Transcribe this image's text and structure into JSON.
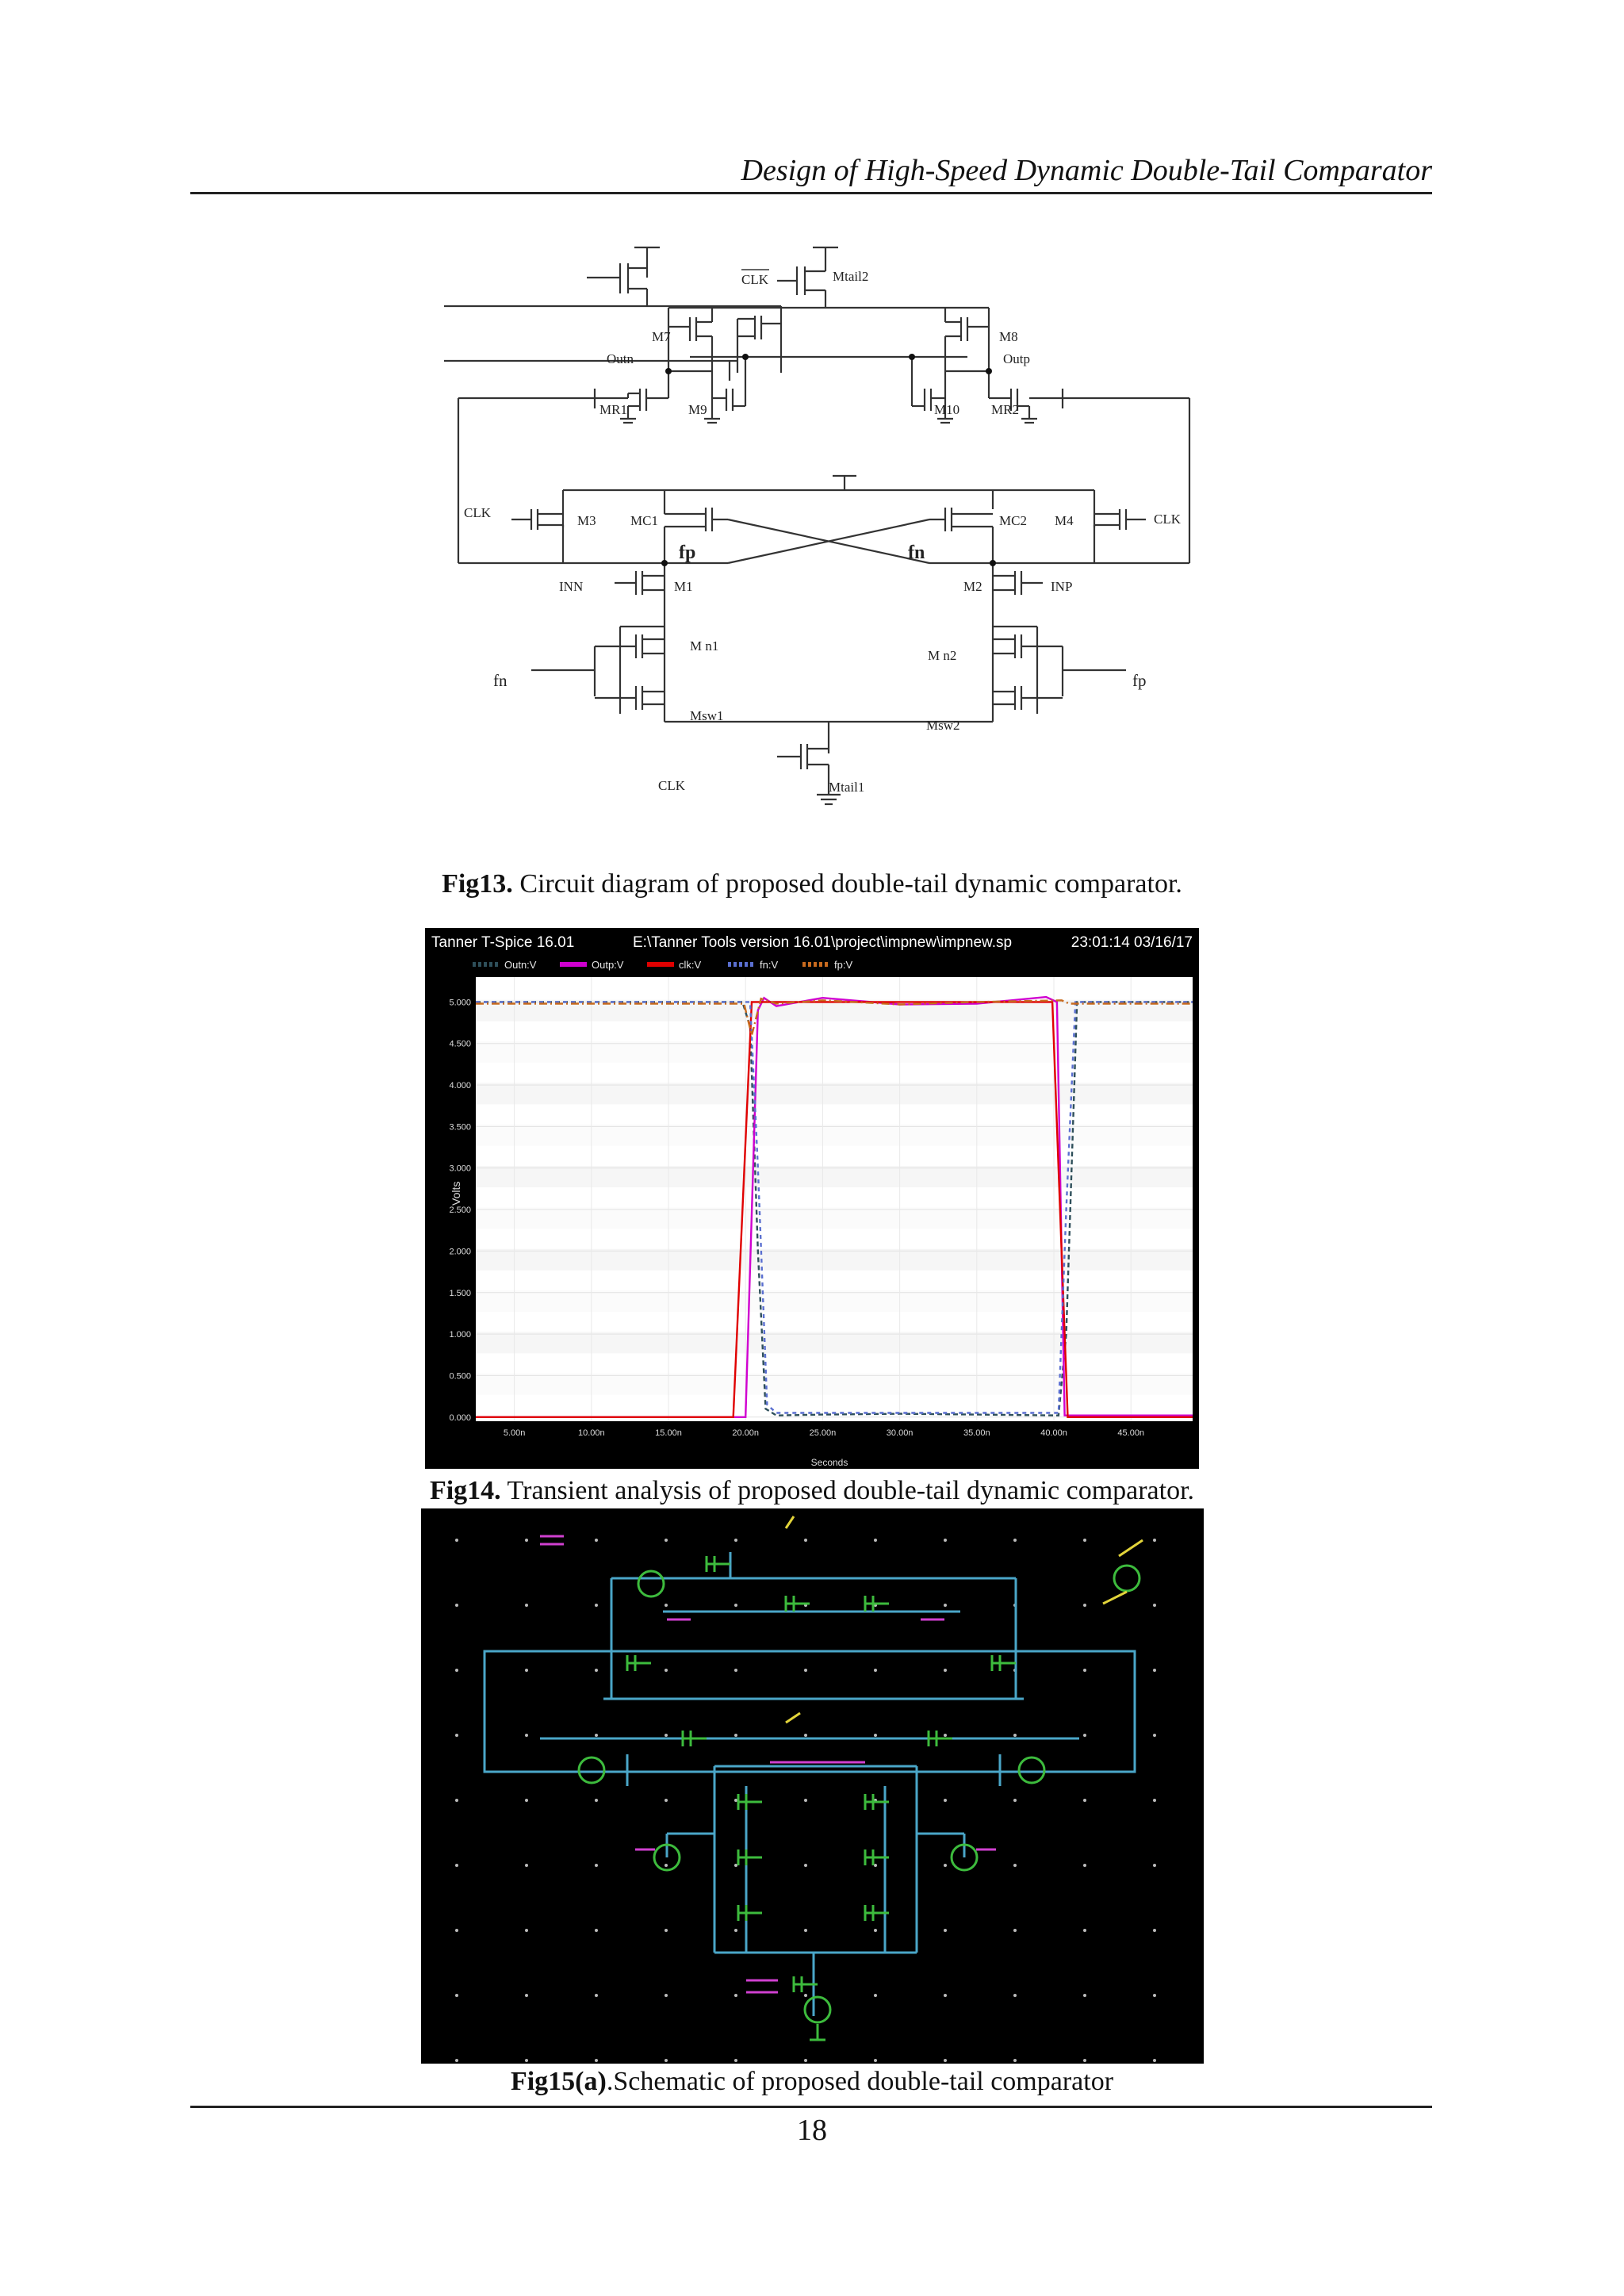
{
  "header": {
    "title": "Design of High-Speed Dynamic Double-Tail Comparator"
  },
  "figure13": {
    "labels": {
      "clk_bar": "CLK",
      "mtail2": "Mtail2",
      "m7": "M7",
      "m8": "M8",
      "outn": "Outn",
      "outp": "Outp",
      "mr1": "MR1",
      "m9": "M9",
      "m10": "M10",
      "mr2": "MR2",
      "clk_left": "CLK",
      "m3": "M3",
      "mc1": "MC1",
      "mc2": "MC2",
      "m4": "M4",
      "clk_right": "CLK",
      "fp_node": "fp",
      "fn_node": "fn",
      "inn": "INN",
      "m1": "M1",
      "m2": "M2",
      "inp": "INP",
      "mn1": "M n1",
      "mn2": "M n2",
      "fn_in": "fn",
      "fp_in": "fp",
      "msw1": "Msw1",
      "msw2": "Msw2",
      "clk_bottom": "CLK",
      "mtail1": "Mtail1"
    }
  },
  "caption13": {
    "label": "Fig13.",
    "text": " Circuit diagram of proposed double-tail dynamic comparator."
  },
  "figure14": {
    "app_title": "Tanner T-Spice 16.01",
    "file_path": "E:\\Tanner Tools version 16.01\\project\\impnew\\impnew.sp",
    "timestamp": "23:01:14 03/16/17",
    "chart_data": {
      "type": "line",
      "title": "",
      "xlabel": "Seconds",
      "ylabel": "Volts",
      "xlim": [
        2.5,
        49
      ],
      "ylim": [
        -0.05,
        5.3
      ],
      "x_unit": "ns",
      "x_ticks": [
        "5.00n",
        "10.00n",
        "15.00n",
        "20.00n",
        "25.00n",
        "30.00n",
        "35.00n",
        "40.00n",
        "45.00n"
      ],
      "y_ticks": [
        "0.000",
        "0.500",
        "1.000",
        "1.500",
        "2.000",
        "2.500",
        "3.000",
        "3.500",
        "4.000",
        "4.500",
        "5.000"
      ],
      "grid": true,
      "legend_position": "top",
      "series": [
        {
          "name": "Outn:V",
          "color": "#2e4f5a",
          "dash": "6,4",
          "x": [
            2.5,
            19.8,
            20.3,
            20.8,
            21.3,
            22,
            25,
            30,
            35,
            40.3,
            40.8,
            41.5,
            49
          ],
          "y": [
            5.0,
            5.0,
            4.7,
            2.0,
            0.1,
            0.02,
            0.03,
            0.04,
            0.03,
            0.02,
            1.0,
            5.0,
            5.0
          ]
        },
        {
          "name": "Outp:V",
          "color": "#d000d0",
          "dash": "",
          "x": [
            2.5,
            20.0,
            20.8,
            21.2,
            22,
            25,
            30,
            35,
            39.5,
            40.2,
            40.7,
            49
          ],
          "y": [
            0.0,
            0.0,
            4.9,
            5.05,
            4.95,
            5.05,
            4.97,
            4.98,
            5.06,
            5.0,
            0.02,
            0.02
          ]
        },
        {
          "name": "clk:V",
          "color": "#e00000",
          "dash": "",
          "x": [
            2.5,
            19.2,
            20.4,
            39.9,
            40.9,
            49
          ],
          "y": [
            0.0,
            0.0,
            5.0,
            5.0,
            0.0,
            0.0
          ]
        },
        {
          "name": "fn:V",
          "color": "#5a6fd0",
          "dash": "5,5",
          "x": [
            2.5,
            20.3,
            20.8,
            21.4,
            22,
            40.3,
            40.8,
            41.4,
            49
          ],
          "y": [
            5.0,
            5.0,
            3.0,
            0.15,
            0.05,
            0.05,
            2.5,
            5.0,
            5.0
          ]
        },
        {
          "name": "fp:V",
          "color": "#c86a1e",
          "dash": "10,4,2,4",
          "x": [
            2.5,
            19.9,
            20.4,
            21.0,
            22,
            25,
            30,
            35,
            40.5,
            41.0,
            49
          ],
          "y": [
            4.98,
            4.98,
            4.6,
            5.04,
            4.98,
            5.02,
            4.97,
            5.0,
            5.02,
            4.98,
            4.98
          ]
        }
      ]
    }
  },
  "caption14": {
    "label": "Fig14.",
    "text": " Transient analysis of proposed double-tail dynamic comparator."
  },
  "caption15": {
    "label": "Fig15(a",
    "text_mid": ")",
    "text": ".Schematic of proposed double-tail comparator"
  },
  "footer": {
    "page_number": "18"
  }
}
